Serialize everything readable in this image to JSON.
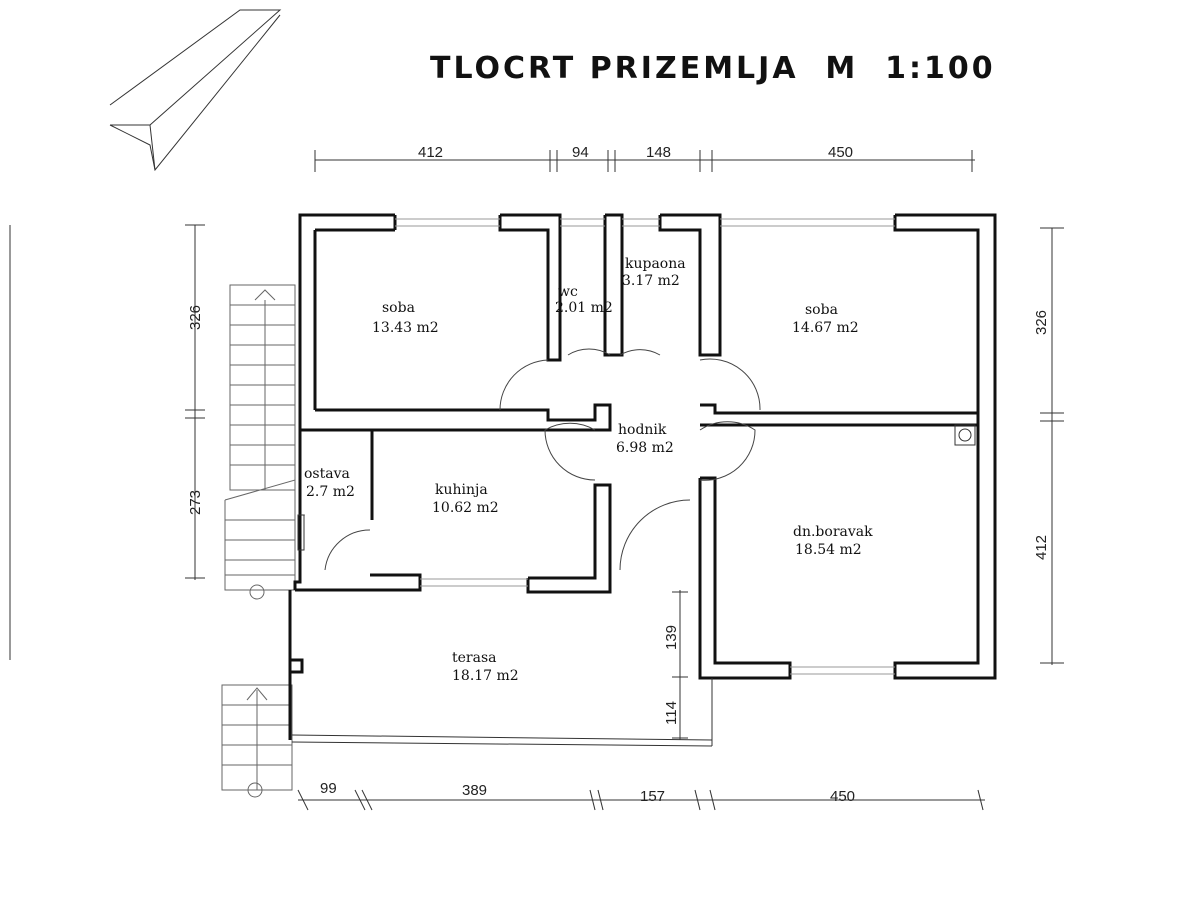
{
  "title": "TLOCRT PRIZEMLJA  M  1:100",
  "dimensions": {
    "top": [
      "412",
      "94",
      "148",
      "450"
    ],
    "bottom": [
      "99",
      "389",
      "157",
      "450"
    ],
    "left": [
      "326",
      "273"
    ],
    "right": [
      "326",
      "412"
    ],
    "terrace": [
      "139",
      "114"
    ]
  },
  "rooms": {
    "soba_left": {
      "name": "soba",
      "area": "13.43 m2"
    },
    "wc": {
      "name": "wc",
      "area": "2.01 m2"
    },
    "kupaona": {
      "name": "kupaona",
      "area": "3.17 m2"
    },
    "soba_right": {
      "name": "soba",
      "area": "14.67 m2"
    },
    "hodnik": {
      "name": "hodnik",
      "area": "6.98 m2"
    },
    "ostava": {
      "name": "ostava",
      "area": "2.7 m2"
    },
    "kuhinja": {
      "name": "kuhinja",
      "area": "10.62 m2"
    },
    "boravak": {
      "name": "dn.boravak",
      "area": "18.54 m2"
    },
    "terasa": {
      "name": "terasa",
      "area": "18.17 m2"
    }
  }
}
